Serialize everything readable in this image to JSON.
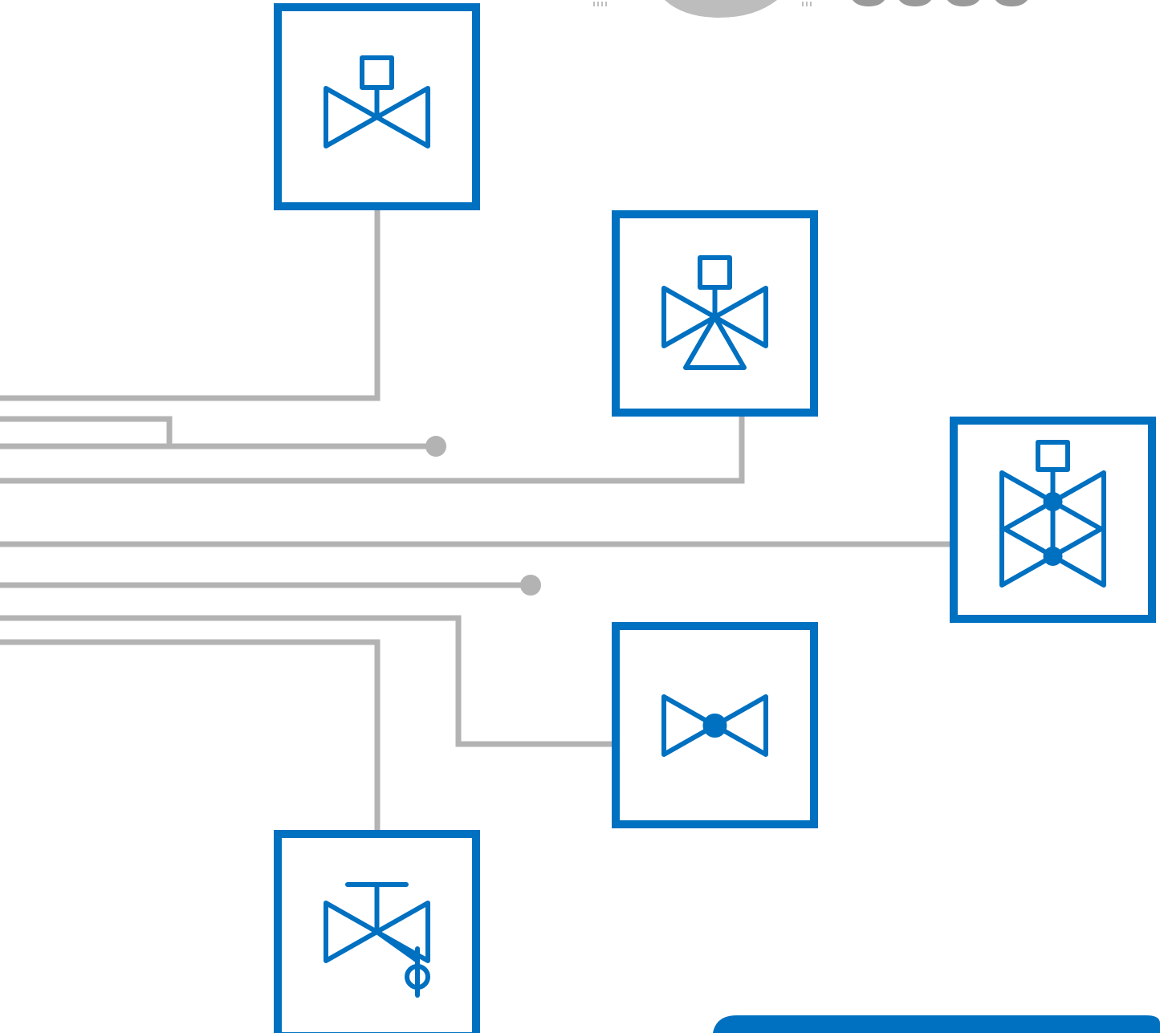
{
  "colors": {
    "background": "#ffffff",
    "accent_blue": "#0070c0",
    "connector_gray": "#b3b3b3",
    "photo_gray": "#bdbdbd"
  },
  "symbols": [
    {
      "id": "actuated-valve",
      "icon": "motorized-two-way-valve-icon"
    },
    {
      "id": "three-way-valve",
      "icon": "motorized-three-way-valve-icon"
    },
    {
      "id": "dual-valve",
      "icon": "motorized-double-valve-icon"
    },
    {
      "id": "ball-valve",
      "icon": "ball-valve-icon"
    },
    {
      "id": "manual-valve",
      "icon": "manual-valve-with-flow-meter-icon"
    }
  ],
  "decor": {
    "top_photo": "valve-photo-fragment",
    "bottom_logo": "brand-logo-fragment"
  }
}
